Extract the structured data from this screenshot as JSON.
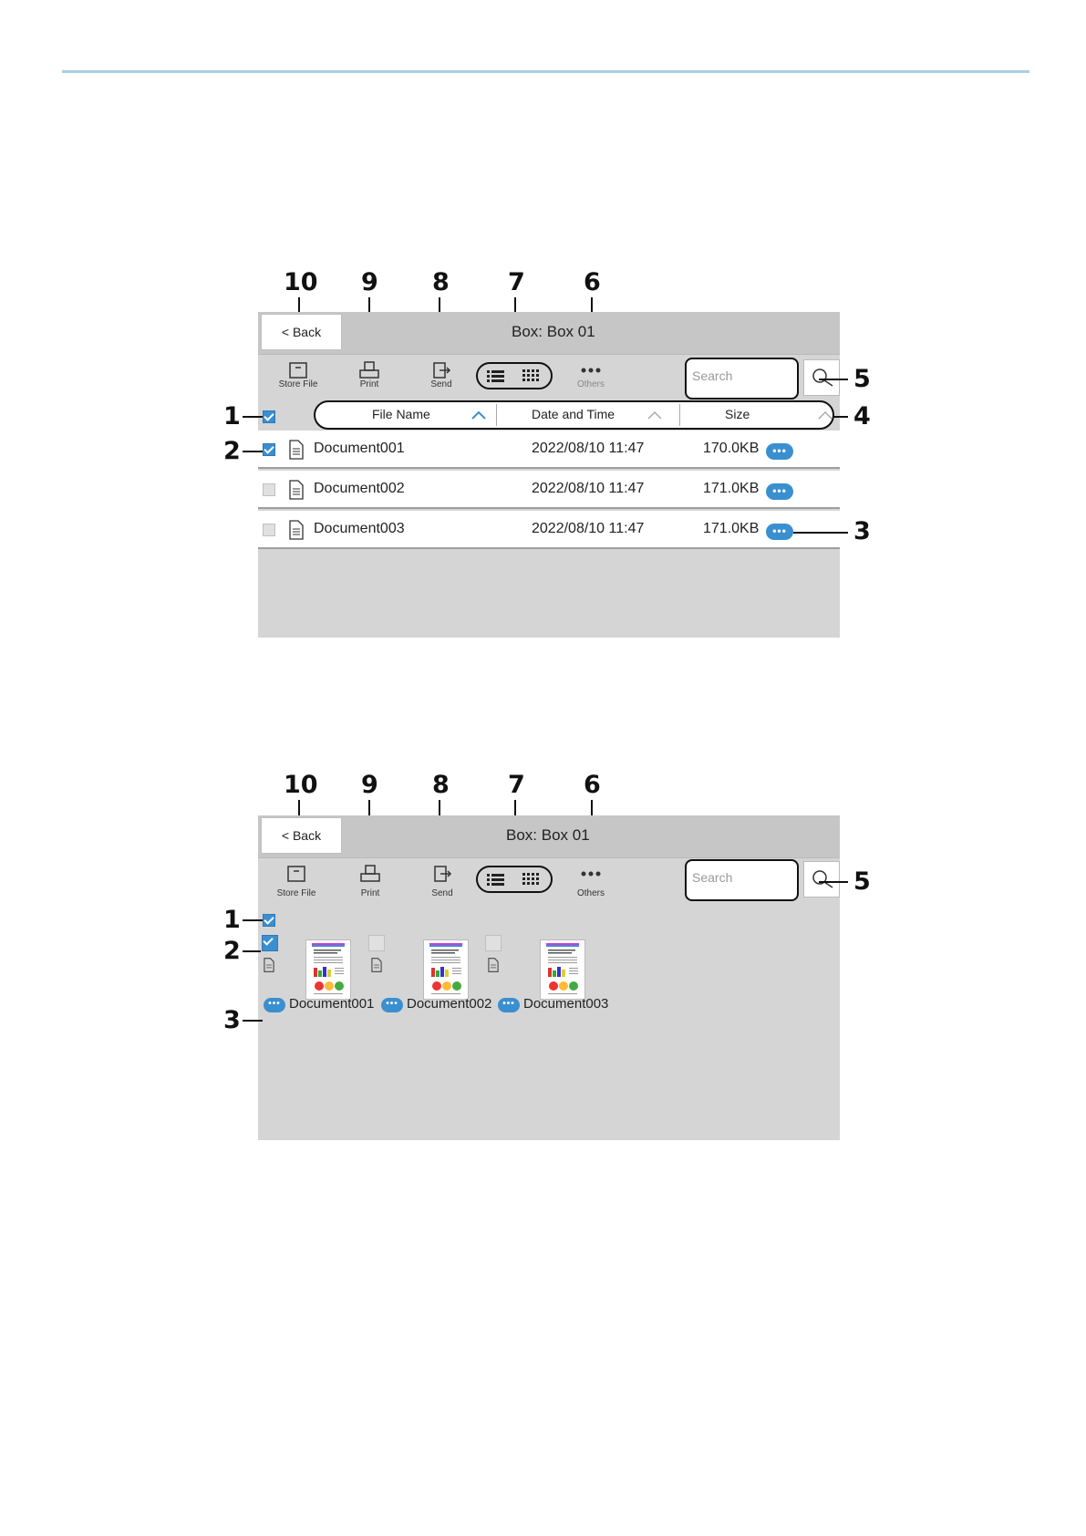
{
  "screens": [
    {
      "mode": "list",
      "back_label": "< Back",
      "box_title": "Box:  Box 01",
      "toolbar": {
        "store_file": "Store File",
        "print": "Print",
        "send": "Send",
        "others": "Others"
      },
      "search_placeholder": "Search",
      "columns": {
        "file_name": "File Name",
        "date_time": "Date and Time",
        "size": "Size"
      },
      "rows": [
        {
          "name": "Document001",
          "date": "2022/08/10 11:47",
          "size": "170.0KB",
          "checked": true
        },
        {
          "name": "Document002",
          "date": "2022/08/10 11:47",
          "size": "171.0KB",
          "checked": false
        },
        {
          "name": "Document003",
          "date": "2022/08/10 11:47",
          "size": "171.0KB",
          "checked": false
        }
      ]
    },
    {
      "mode": "thumbnail",
      "back_label": "< Back",
      "box_title": "Box: Box 01",
      "toolbar": {
        "store_file": "Store File",
        "print": "Print",
        "send": "Send",
        "others": "Others"
      },
      "search_placeholder": "Search",
      "items": [
        {
          "name": "Document001",
          "checked": true
        },
        {
          "name": "Document002",
          "checked": false
        },
        {
          "name": "Document003",
          "checked": false
        }
      ]
    }
  ],
  "callouts": [
    "1",
    "2",
    "3",
    "4",
    "5",
    "6",
    "7",
    "8",
    "9",
    "10"
  ],
  "colors": {
    "accent": "#3a8fd0",
    "panel": "#d5d5d5",
    "rule": "#a8cfe4"
  }
}
